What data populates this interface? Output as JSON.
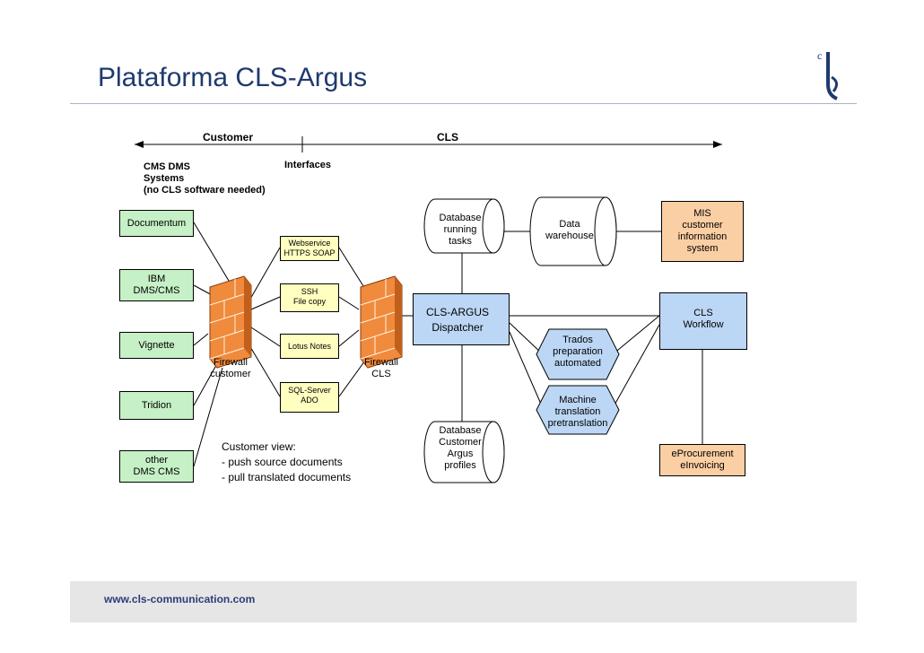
{
  "title": "Plataforma CLS-Argus",
  "footer": "www.cls-communication.com",
  "zones": {
    "customer": "Customer",
    "cls": "CLS"
  },
  "cms_header": "CMS DMS\nSystems\n(no CLS software needed)",
  "interfaces_header": "Interfaces",
  "cms_systems": [
    "Documentum",
    "IBM\nDMS/CMS",
    "Vignette",
    "Tridion",
    "other\nDMS CMS"
  ],
  "interfaces": [
    "Webservice\nHTTPS SOAP",
    "SSH\nFile copy",
    "Lotus Notes",
    "SQL-Server\nADO"
  ],
  "firewalls": {
    "customer": "Firewall\ncustomer",
    "cls": "Firewall\nCLS"
  },
  "dispatcher": "CLS-ARGUS\nDispatcher",
  "databases": {
    "running_tasks": "Database\nrunning\ntasks",
    "warehouse": "Data\nwarehouse",
    "customer_profiles": "Database\nCustomer\nArgus\nprofiles"
  },
  "services": {
    "trados": "Trados\npreparation\nautomated",
    "machine": "Machine\ntranslation\npretranslation"
  },
  "right_boxes": {
    "mis": "MIS\ncustomer\ninformation\nsystem",
    "workflow": "CLS\nWorkflow",
    "eprocurement": "eProcurement\neInvoicing"
  },
  "customer_view": "Customer view:\n- push source documents\n- pull translated documents",
  "colors": {
    "cms": "#c6f0c6",
    "interface": "#ffffc0",
    "cls": "#bcd7f5",
    "external": "#fbcfa4",
    "firewall": "#f08a3c",
    "title": "#1f3a6e"
  }
}
